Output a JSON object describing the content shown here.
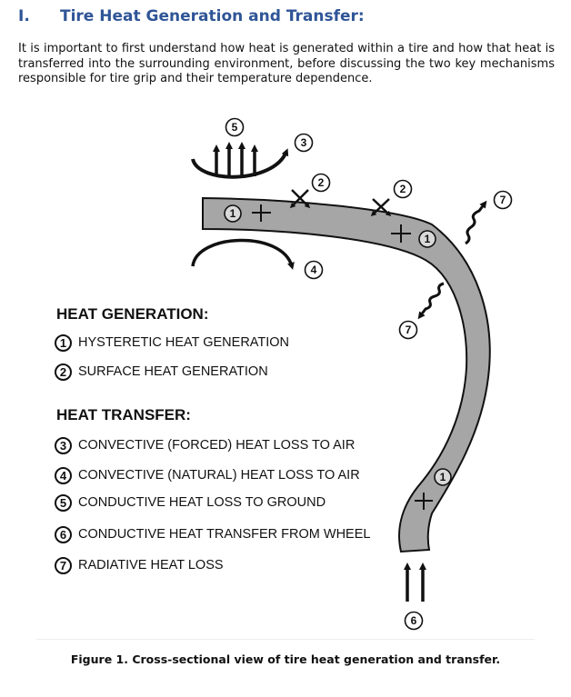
{
  "section": {
    "number": "I.",
    "title": "Tire Heat Generation and Transfer:"
  },
  "intro": "It is important to first understand how heat is generated within a tire and how that heat is transferred into the surrounding environment, before discussing the two key mechanisms responsible for tire grip and their temperature dependence.",
  "figure": {
    "heat_generation": {
      "title": "HEAT GENERATION:",
      "items": [
        {
          "num": "1",
          "label": "HYSTERETIC HEAT GENERATION"
        },
        {
          "num": "2",
          "label": "SURFACE HEAT GENERATION"
        }
      ]
    },
    "heat_transfer": {
      "title": "HEAT TRANSFER:",
      "items": [
        {
          "num": "3",
          "label": "CONVECTIVE (FORCED) HEAT LOSS TO AIR"
        },
        {
          "num": "4",
          "label": "CONVECTIVE (NATURAL) HEAT LOSS TO AIR"
        },
        {
          "num": "5",
          "label": "CONDUCTIVE HEAT LOSS TO GROUND"
        },
        {
          "num": "6",
          "label": "CONDUCTIVE HEAT TRANSFER FROM WHEEL"
        },
        {
          "num": "7",
          "label": "RADIATIVE HEAT LOSS"
        }
      ]
    },
    "markers": {
      "m1": "1",
      "m2": "2",
      "m3": "3",
      "m4": "4",
      "m5": "5",
      "m6": "6",
      "m7": "7"
    },
    "colors": {
      "tire_fill": "#a6a6a6",
      "outline": "#111111",
      "heading": "#2f5597"
    }
  },
  "caption": "Figure 1. Cross-sectional view of tire heat generation and transfer."
}
